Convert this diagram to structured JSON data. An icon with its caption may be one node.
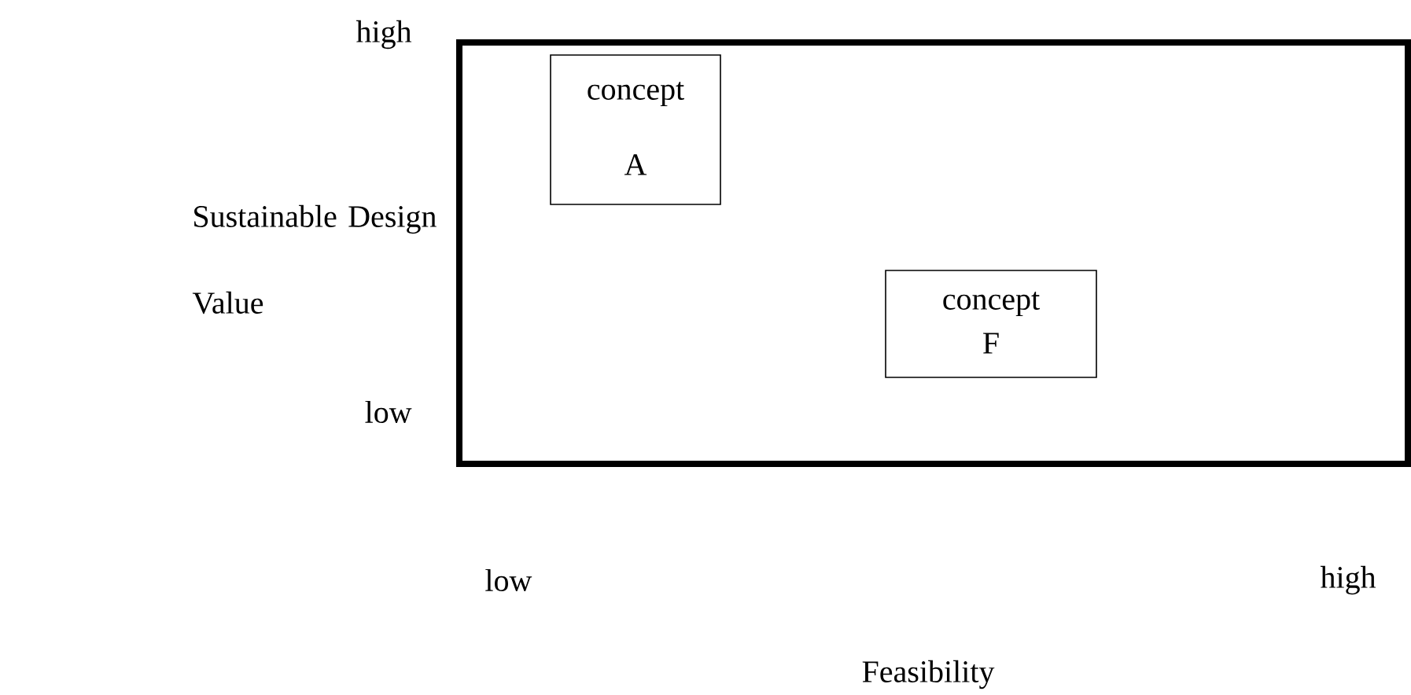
{
  "diagram": {
    "nodes": [
      {
        "text": [],
        "shape": "box"
      },
      {
        "text": [
          "concept",
          "A"
        ],
        "in": 0
      },
      {
        "text": [
          "concept",
          "F"
        ],
        "in": 0
      }
    ],
    "labels": [
      "high",
      "Sustainable Design Value",
      "low",
      "low",
      "high",
      "Feasibility"
    ]
  }
}
